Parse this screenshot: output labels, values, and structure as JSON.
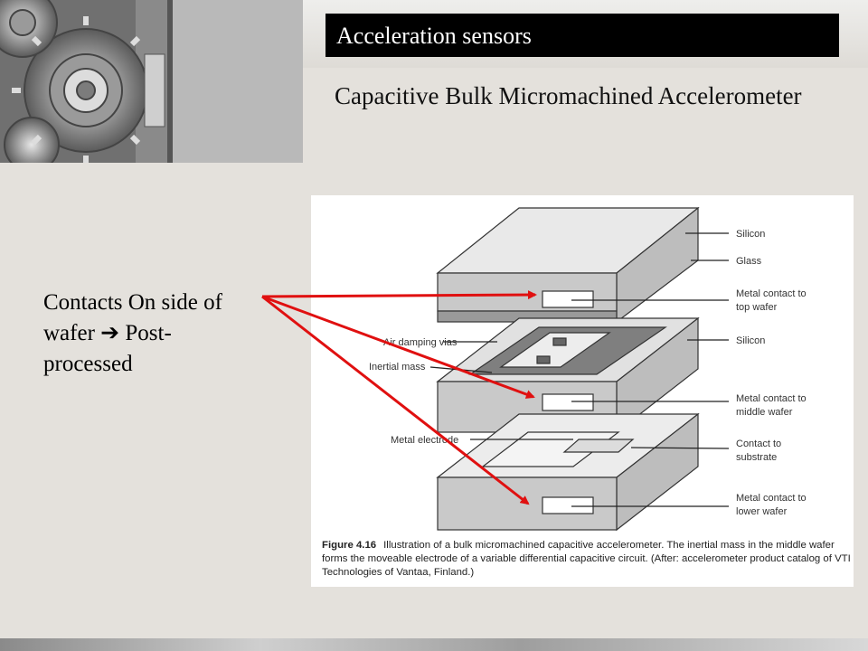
{
  "slide": {
    "title": "Acceleration sensors",
    "subtitle": "Capacitive Bulk Micromachined Accelerometer",
    "side_note_part1": "Contacts On side of wafer",
    "side_note_arrow": "➔",
    "side_note_part2": "Post-processed"
  },
  "figure": {
    "labels": {
      "silicon_top": "Silicon",
      "glass": "Glass",
      "contact_top_1": "Metal contact to",
      "contact_top_2": "top wafer",
      "silicon_middle": "Silicon",
      "air_vias": "Air damping vias",
      "inertial_mass": "Inertial mass",
      "contact_mid_1": "Metal contact to",
      "contact_mid_2": "middle wafer",
      "metal_electrode": "Metal electrode",
      "contact_sub_1": "Contact to",
      "contact_sub_2": "substrate",
      "contact_low_1": "Metal contact to",
      "contact_low_2": "lower wafer"
    },
    "caption_number": "Figure 4.16",
    "caption_text": "Illustration of a bulk micromachined capacitive accelerometer. The inertial mass in the middle wafer forms the moveable electrode of a variable differential capacitive circuit. (After: accelerometer product catalog of VTI Technologies of Vantaa, Finland.)"
  },
  "colors": {
    "arrow": "#e01010",
    "title_bg": "#000000"
  }
}
